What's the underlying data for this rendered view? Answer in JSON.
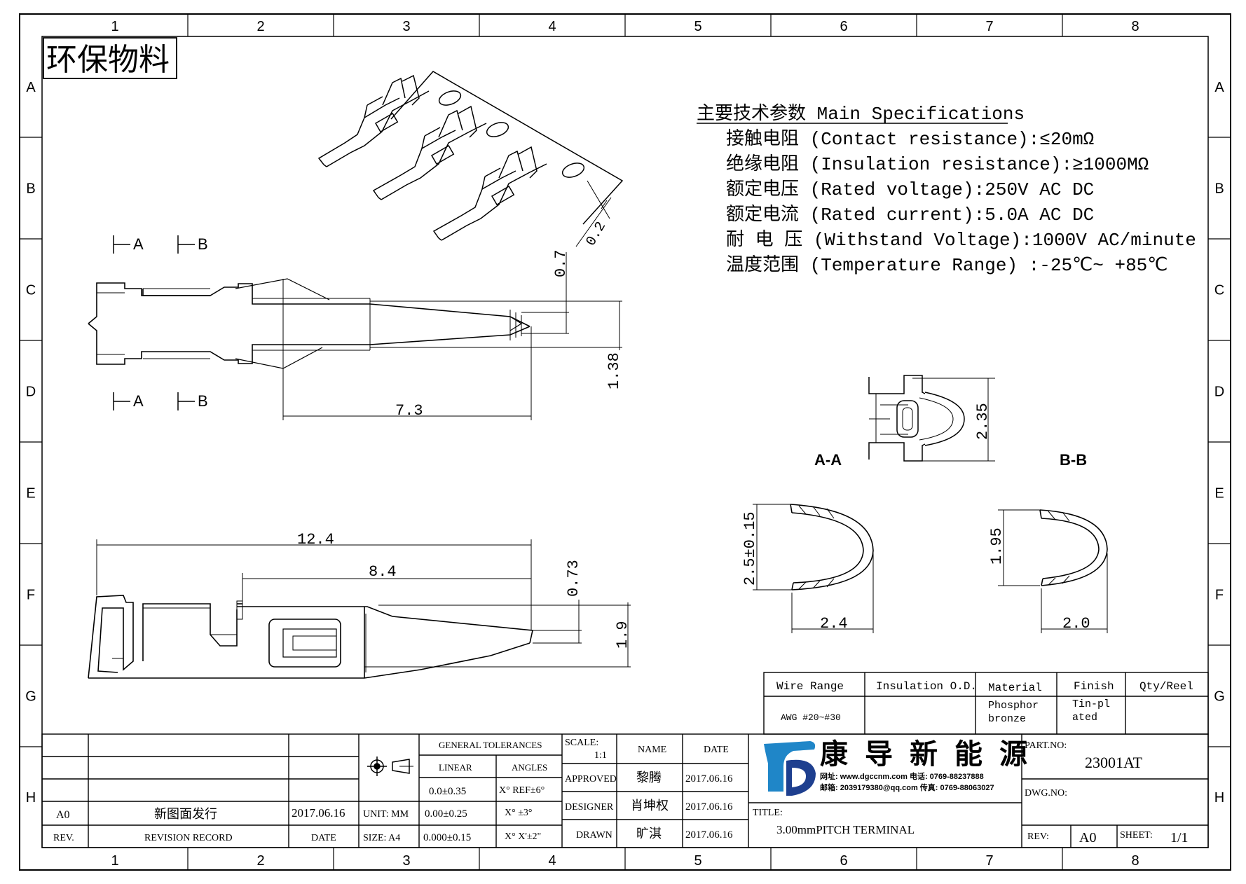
{
  "border": {
    "columns": [
      "1",
      "2",
      "3",
      "4",
      "5",
      "6",
      "7",
      "8"
    ],
    "rows": [
      "A",
      "B",
      "C",
      "D",
      "E",
      "F",
      "G",
      "H"
    ]
  },
  "eco_label": "环保物料",
  "section_marks": {
    "a": "A",
    "b": "B"
  },
  "specs": {
    "heading": "主要技术参数 Main Specifications",
    "lines": [
      "接触电阻 (Contact resistance):≤20mΩ",
      "绝缘电阻 (Insulation resistance):≥1000MΩ",
      "额定电压 (Rated voltage):250V AC DC",
      "额定电流 (Rated current):5.0A AC DC",
      "耐 电 压 (Withstand Voltage):1000V AC/minute",
      "温度范围 (Temperature Range) :-25℃~ +85℃"
    ]
  },
  "dimensions": {
    "d_0_2": "0.2",
    "d_0_7": "0.7",
    "d_1_38": "1.38",
    "d_7_3": "7.3",
    "d_12_4": "12.4",
    "d_8_4": "8.4",
    "d_0_73": "0.73",
    "d_1_9": "1.9",
    "d_2_35": "2.35",
    "d_2_5": "2.5±0.15",
    "d_2_4": "2.4",
    "d_1_95": "1.95",
    "d_2_0": "2.0"
  },
  "sections": {
    "aa": "A-A",
    "bb": "B-B"
  },
  "info_table": {
    "headers": [
      "Wire Range",
      "Insulation O.D.",
      "Material",
      "Finish",
      "Qty/Reel"
    ],
    "row": [
      "AWG #20~#30",
      "",
      "Phosphor bronze",
      "Tin-plated",
      ""
    ]
  },
  "title_block": {
    "revision": {
      "rev": "A0",
      "record": "新图面发行",
      "date": "2017.06.16"
    },
    "revision_labels": {
      "rev": "REV.",
      "record": "REVISION RECORD",
      "date": "DATE"
    },
    "unit": "UNIT: MM",
    "size": "SIZE: A4",
    "tolerances": {
      "header": "GENERAL TOLERANCES",
      "linear_label": "LINEAR",
      "angles_label": "ANGLES",
      "linear": [
        "0.0±0.35",
        "0.00±0.25",
        "0.000±0.15"
      ],
      "angles": [
        "X° REF±6°",
        "X° ±3°",
        "X° X'±2\""
      ]
    },
    "scale_label": "SCALE:",
    "scale_value": "1:1",
    "name_header": "NAME",
    "date_header": "DATE",
    "approvals": [
      {
        "role": "APPROVED",
        "name": "黎腾",
        "date": "2017.06.16"
      },
      {
        "role": "DESIGNER",
        "name": "肖坤权",
        "date": "2017.06.16"
      },
      {
        "role": "DRAWN",
        "name": "旷淇",
        "date": "2017.06.16"
      }
    ],
    "company_name": "康导新能源",
    "company_contact_1": "网址: www.dgccnm.com   电话: 0769-88237888",
    "company_contact_2": "邮箱: 2039179380@qq.com  传真: 0769-88063027",
    "title_label": "TITLE:",
    "title": "3.00mmPITCH TERMINAL",
    "part_no_label": "PART.NO:",
    "part_no": "23001AT",
    "dwg_no_label": "DWG.NO:",
    "rev_label": "REV:",
    "rev_value": "A0",
    "sheet_label": "SHEET:",
    "sheet_value": "1/1"
  },
  "colors": {
    "line": "#000000",
    "logo_blue": "#1f86c8",
    "logo_dark": "#1e3f8f"
  }
}
